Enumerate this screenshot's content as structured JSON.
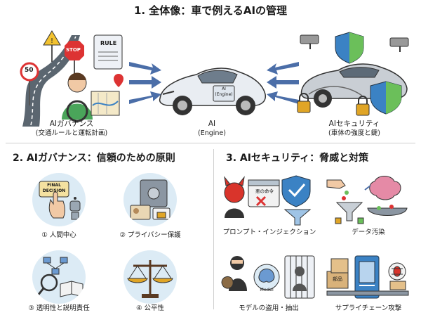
{
  "header": {
    "title": "1. 全体像：車で例えるAIの管理"
  },
  "overview": {
    "governance": {
      "title": "AIガバナンス",
      "subtitle": "(交通ルールと運転計画)"
    },
    "engine": {
      "title": "AI",
      "subtitle": "(Engine)"
    },
    "security": {
      "title": "AIセキュリティ",
      "subtitle": "(車体の強度と鍵)"
    },
    "signs": {
      "speed": "50",
      "stop": "STOP",
      "rule": "RULE"
    },
    "car_door_text": "AI\n(Engine)"
  },
  "governance_section": {
    "title": "2. AIガバナンス：信頼のための原則",
    "items": [
      {
        "label": "① 人間中心",
        "inner": "FINAL\nDECISION"
      },
      {
        "label": "② プライバシー保護"
      },
      {
        "label": "③ 透明性と説明責任"
      },
      {
        "label": "④ 公平性"
      }
    ]
  },
  "security_section": {
    "title": "3. AIセキュリティ：脅威と対策",
    "items": [
      {
        "label": "プロンプト・インジェクション",
        "bubble": "悪の命令"
      },
      {
        "label": "データ汚染"
      },
      {
        "label": "モデルの盗用・抽出",
        "inner": "Model"
      },
      {
        "label": "サプライチェーン攻撃",
        "inner": "部品"
      }
    ]
  },
  "colors": {
    "road": "#5b6670",
    "car_body": "#e9edf2",
    "shield": "#3b82c4",
    "shield_green": "#6bbf5a",
    "circle_bg": "#dcebf5",
    "arrow": "#4b6ea8",
    "lock": "#e0a526",
    "devil": "#d9342b"
  }
}
